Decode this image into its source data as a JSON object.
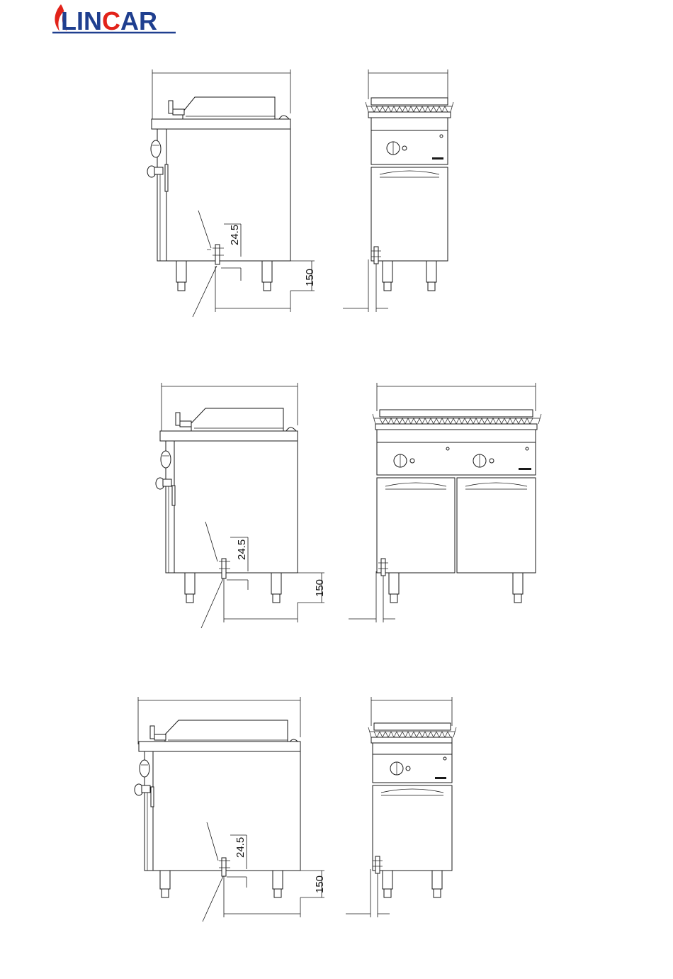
{
  "logo": {
    "text_part1": "LIN",
    "text_part2": "C",
    "text_part3": "AR",
    "brand_blue": "#1f3f8f",
    "brand_red": "#e2231a"
  },
  "dimensions": {
    "connection_height": "24.5",
    "leg_height": "150"
  }
}
